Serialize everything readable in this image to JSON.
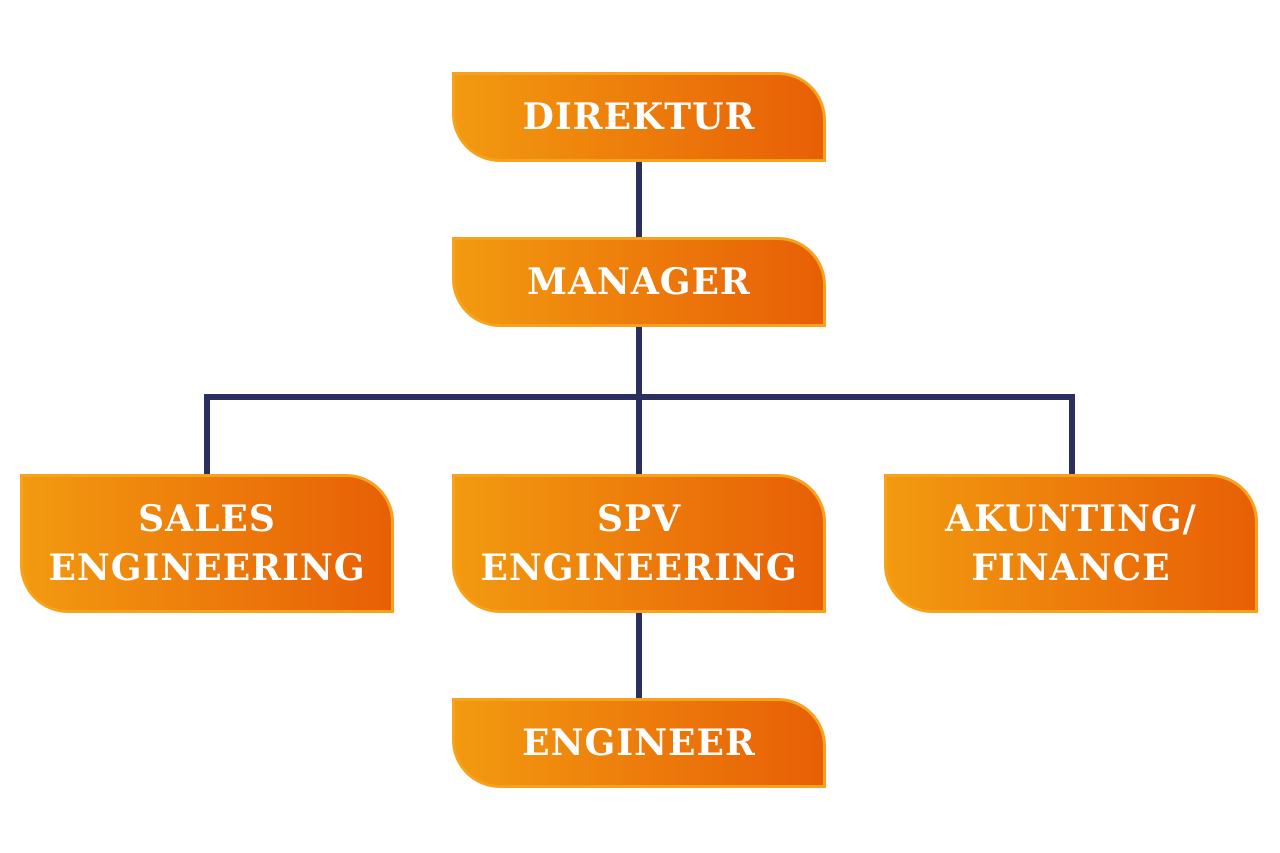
{
  "colors": {
    "node_fill_start": "#f29a10",
    "node_fill_end": "#e85f06",
    "node_border": "#f7a21c",
    "connector": "#2b2f5f",
    "node_text": "#ffffff"
  },
  "nodes": {
    "direktur": "DIREKTUR",
    "manager": "MANAGER",
    "sales_engineering": "SALES\nENGINEERING",
    "spv_engineering": "SPV\nENGINEERING",
    "akunting_finance": "AKUNTING/\nFINANCE",
    "engineer": "ENGINEER"
  },
  "hierarchy": [
    {
      "from": "direktur",
      "to": "manager"
    },
    {
      "from": "manager",
      "to": "sales_engineering"
    },
    {
      "from": "manager",
      "to": "spv_engineering"
    },
    {
      "from": "manager",
      "to": "akunting_finance"
    },
    {
      "from": "spv_engineering",
      "to": "engineer"
    }
  ]
}
